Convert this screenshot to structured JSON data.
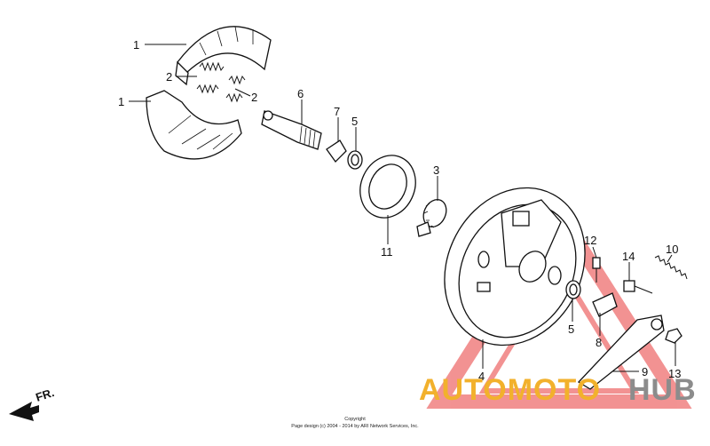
{
  "diagram": {
    "callouts": [
      {
        "id": "c1a",
        "text": "1"
      },
      {
        "id": "c1b",
        "text": "1"
      },
      {
        "id": "c2a",
        "text": "2"
      },
      {
        "id": "c2b",
        "text": "2"
      },
      {
        "id": "c6",
        "text": "6"
      },
      {
        "id": "c7",
        "text": "7"
      },
      {
        "id": "c5a",
        "text": "5"
      },
      {
        "id": "c3",
        "text": "3"
      },
      {
        "id": "c11",
        "text": "11"
      },
      {
        "id": "c12",
        "text": "12"
      },
      {
        "id": "c10",
        "text": "10"
      },
      {
        "id": "c14",
        "text": "14"
      },
      {
        "id": "c5b",
        "text": "5"
      },
      {
        "id": "c8",
        "text": "8"
      },
      {
        "id": "c4",
        "text": "4"
      },
      {
        "id": "c9",
        "text": "9"
      },
      {
        "id": "c13",
        "text": "13"
      }
    ],
    "direction_label": "FR.",
    "copyright_line1": "Copyright",
    "copyright_line2": "Page design (c) 2004 - 2014 by ARI Network Services, Inc."
  },
  "watermark": {
    "part1": "AUTOMOTO",
    "part2": "HUB",
    "colors": {
      "primary": "#f2b12c",
      "secondary": "#8c8c8c",
      "triangle": "#e83a3a"
    }
  }
}
